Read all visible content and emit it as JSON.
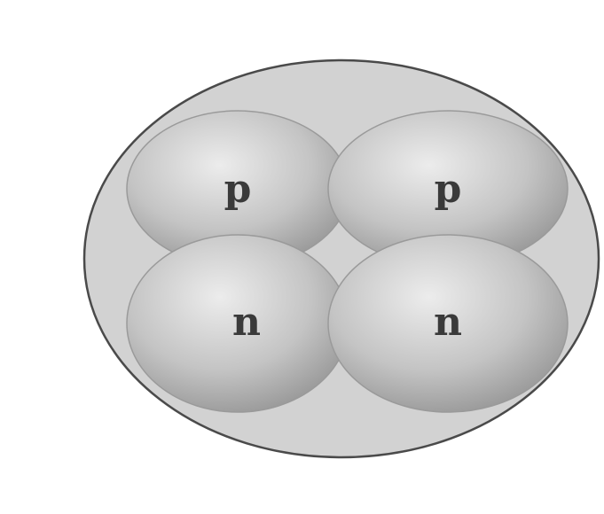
{
  "nucleus": {
    "particles": [
      {
        "id": "proton-1",
        "label": "p",
        "kind": "proton"
      },
      {
        "id": "proton-2",
        "label": "p",
        "kind": "proton"
      },
      {
        "id": "neutron-1",
        "label": "n",
        "kind": "neutron"
      },
      {
        "id": "neutron-2",
        "label": "n",
        "kind": "neutron"
      }
    ]
  },
  "colors": {
    "background": "#ffffff",
    "outer_fill": "#d2d2d2",
    "outer_stroke": "#4a4a4a",
    "particle_light": "#e6e6e6",
    "particle_dark": "#8e8e8e",
    "label": "#3a3a3a"
  }
}
